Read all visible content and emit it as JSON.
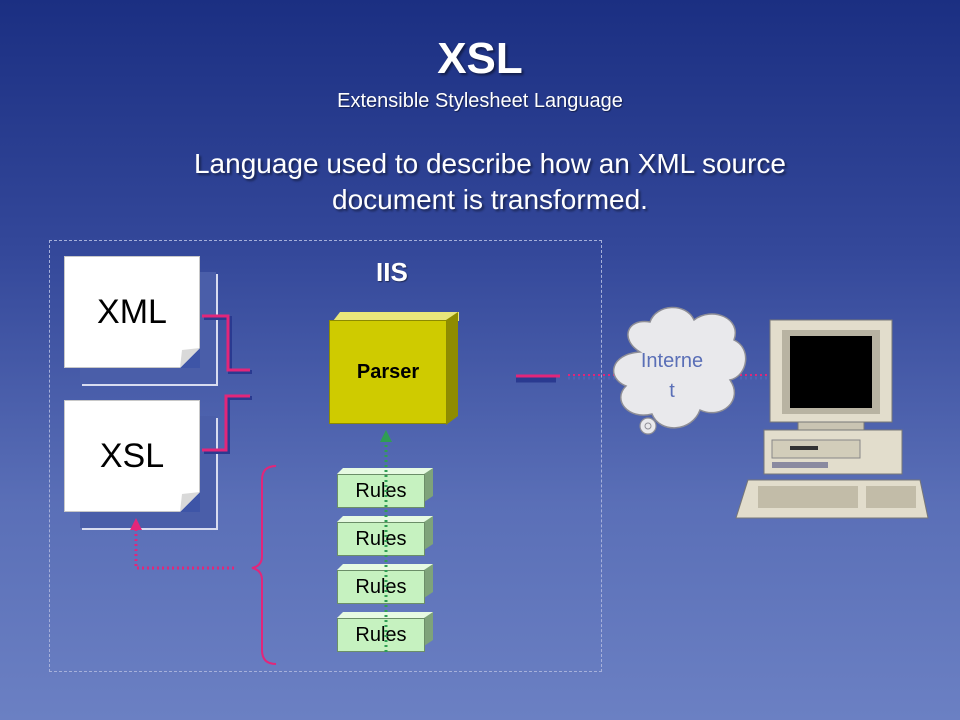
{
  "header": {
    "title": "XSL",
    "subtitle": "Extensible Stylesheet Language"
  },
  "description": "Language used to describe how an XML source document is transformed.",
  "diagram": {
    "container_label": "IIS",
    "documents": [
      {
        "label": "XML",
        "icon": "xml-document-icon"
      },
      {
        "label": "XSL",
        "icon": "xsl-document-icon"
      }
    ],
    "processor": {
      "label": "Parser"
    },
    "rules": [
      "Rules",
      "Rules",
      "Rules",
      "Rules"
    ],
    "network": {
      "line1": "Interne",
      "line2": "t",
      "icon": "cloud-icon"
    },
    "client": {
      "icon": "computer-icon"
    }
  },
  "colors": {
    "background_top": "#1b2f82",
    "background_bottom": "#6b80c3",
    "arrow_magenta": "#e2267a",
    "arrow_blue": "#3a4fb0",
    "dotted_green": "#2f9e53",
    "parser_yellow": "#cfcb00",
    "rules_green": "#c6f2c0"
  }
}
